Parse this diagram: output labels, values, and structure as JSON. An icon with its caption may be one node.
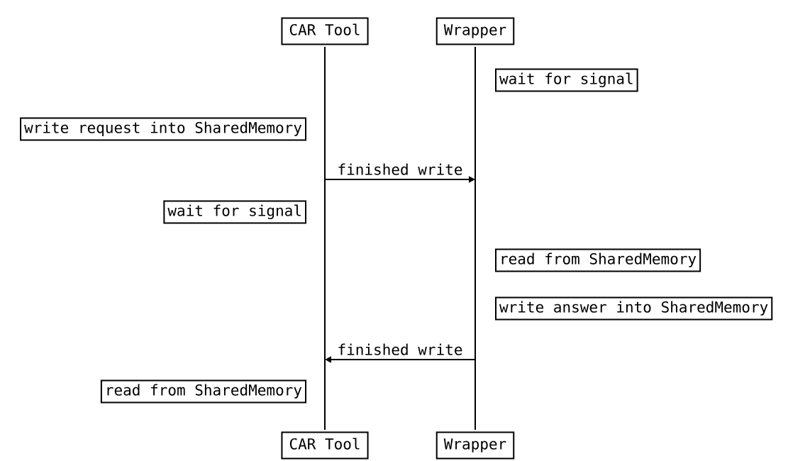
{
  "diagram": {
    "nodes": [
      {
        "text": [
          "CAR Tool"
        ]
      },
      {
        "text": [
          "Wrapper"
        ]
      },
      {
        "text": [
          "CAR Tool"
        ]
      },
      {
        "text": [
          "Wrapper"
        ]
      },
      {
        "text": [
          "wait for signal"
        ]
      },
      {
        "text": [
          "write request into SharedMemory"
        ]
      },
      {
        "text": [
          "wait for signal"
        ]
      },
      {
        "text": [
          "read from SharedMemory"
        ]
      },
      {
        "text": [
          "write answer into SharedMemory"
        ]
      },
      {
        "text": [
          "read from SharedMemory"
        ]
      },
      {
        "text": [],
        "shape": "bar"
      },
      {
        "text": [],
        "shape": "bar"
      }
    ],
    "edges": [
      {
        "from": 10,
        "to": 11,
        "arrow": "to",
        "label": "finished write"
      },
      {
        "from": 11,
        "to": 10,
        "arrow": "to",
        "label": "finished write"
      }
    ]
  }
}
